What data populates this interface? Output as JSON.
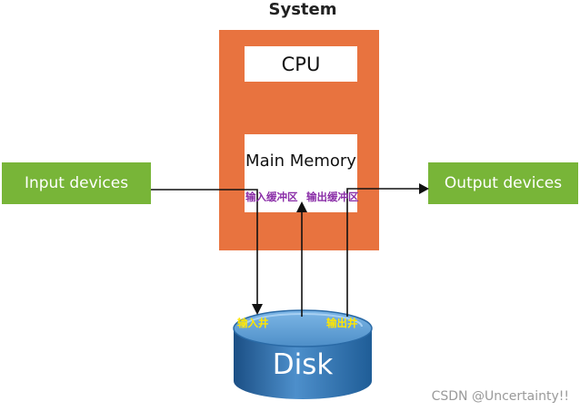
{
  "diagram": {
    "system_title": "System",
    "cpu_label": "CPU",
    "memory_label": "Main Memory",
    "input_device_label": "Input devices",
    "output_device_label": "Output devices",
    "input_buffer_label": "输入缓冲区",
    "output_buffer_label": "输出缓冲区",
    "input_well_label": "输入井",
    "output_well_label": "输出井",
    "disk_label": "Disk",
    "watermark": "CSDN @Uncertainty!!"
  },
  "colors": {
    "system": "#e8733f",
    "device": "#78b538",
    "disk_dark": "#1f5d97",
    "disk_light": "#5c9fd6",
    "buffer_text": "#8b2fa8",
    "well_text": "#ffe600"
  },
  "icons": {
    "arrow": "arrowhead"
  }
}
